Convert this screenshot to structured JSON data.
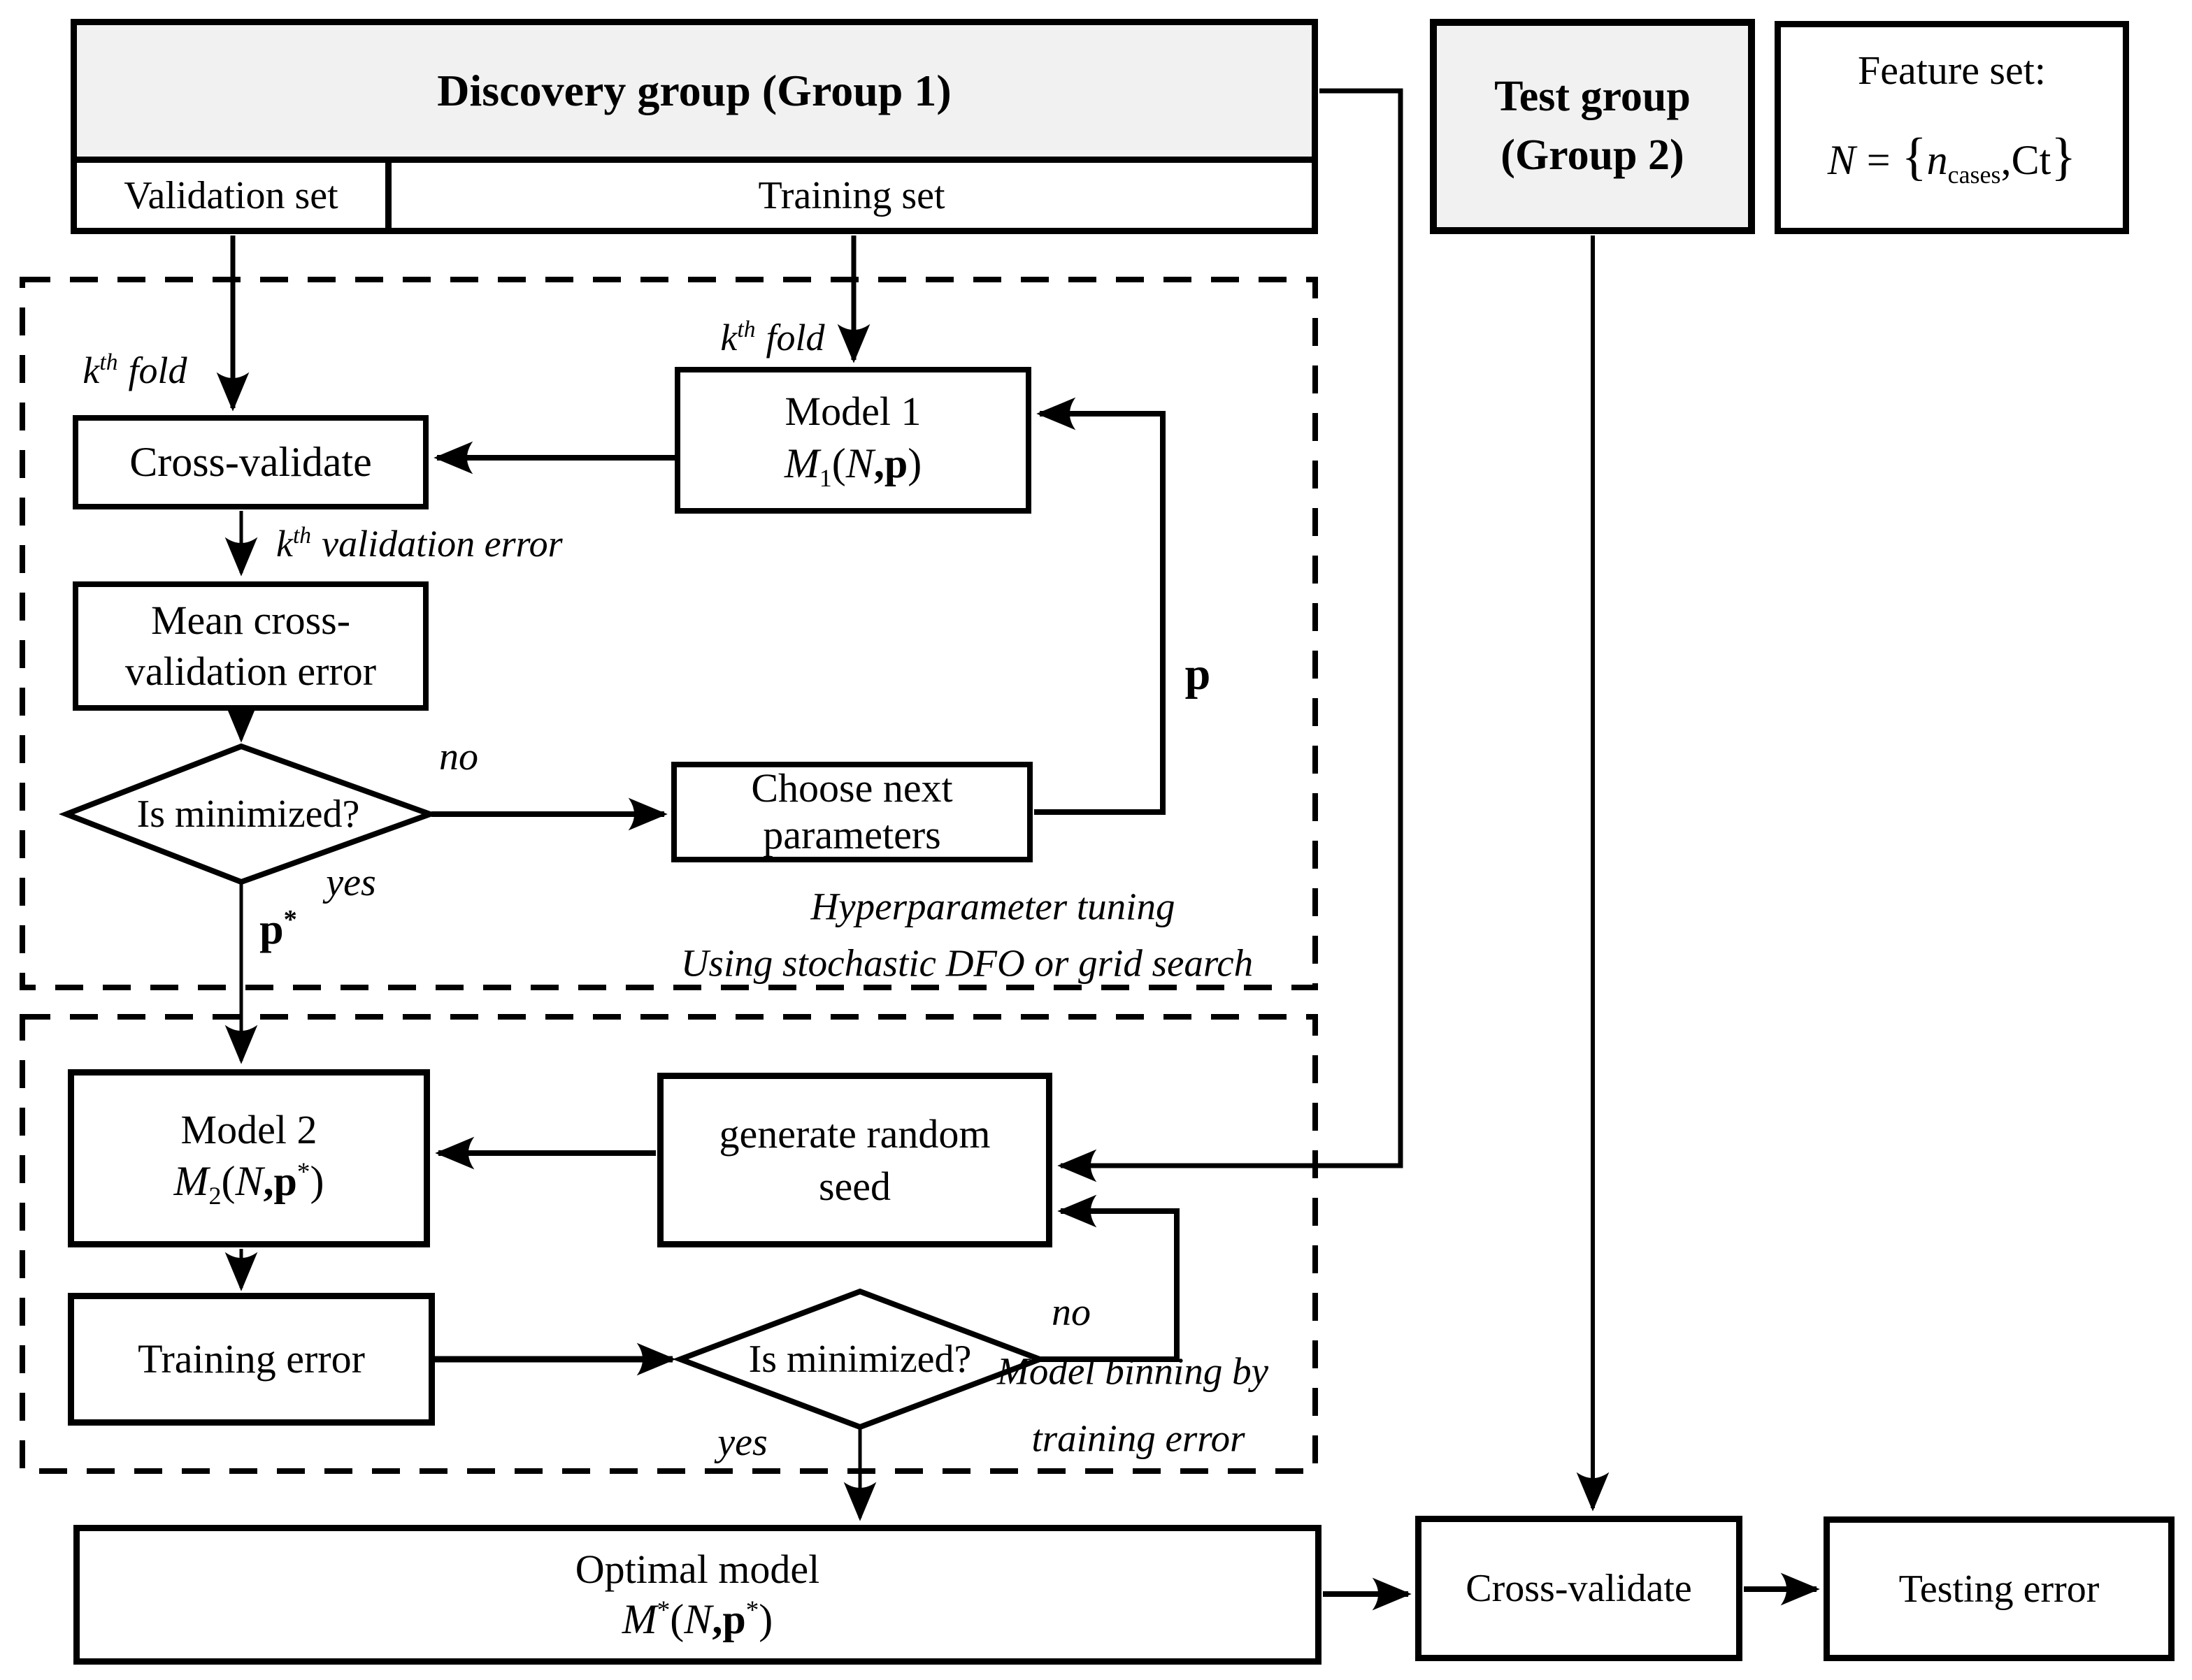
{
  "colors": {
    "header_bg": "#f1f1f1",
    "line": "#000000",
    "background": "#ffffff"
  },
  "top": {
    "discovery_title": "Discovery group (Group 1)",
    "validation_set": "Validation set",
    "training_set": "Training set",
    "test_group_line1": "Test group",
    "test_group_line2": "(Group 2)",
    "feature_set_title": "Feature set:",
    "feature_formula": {
      "N": "N",
      "eq": "=",
      "open": "{",
      "n": "n",
      "sub": "cases",
      "comma": ",",
      "ct": "Ct",
      "close": "}"
    }
  },
  "tuning": {
    "kth_fold_left": {
      "base": "k",
      "sup": "th",
      "rest": "fold"
    },
    "kth_fold_right": {
      "base": "k",
      "sup": "th",
      "rest": "fold"
    },
    "cross_validate": "Cross-validate",
    "model1": {
      "line1": "Model 1",
      "m": "M",
      "sub": "1",
      "open": "(",
      "n": "N",
      "comma": ",",
      "p": "p",
      "close": ")"
    },
    "kth_validation_error": {
      "base": "k",
      "sup": "th",
      "rest": "validation error"
    },
    "mean_cv_line1": "Mean cross-",
    "mean_cv_line2": "validation error",
    "is_minimized": "Is minimized?",
    "no": "no",
    "yes": "yes",
    "p_star": {
      "base": "p",
      "sup": "*"
    },
    "p": "p",
    "choose_line1": "Choose next",
    "choose_line2": "parameters",
    "caption_line1": "Hyperparameter tuning",
    "caption_line2": "Using stochastic DFO or grid search"
  },
  "binning": {
    "model2": {
      "line1": "Model 2",
      "m": "M",
      "sub": "2",
      "open": "(",
      "n": "N",
      "comma": ",",
      "p": "p",
      "psup": "*",
      "close": ")"
    },
    "seed_line1": "generate random",
    "seed_line2": "seed",
    "training_error": "Training error",
    "is_minimized": "Is minimized?",
    "no": "no",
    "yes": "yes",
    "caption_line1": "Model binning by",
    "caption_line2": "training error"
  },
  "bottom": {
    "optimal_line1": "Optimal model",
    "optimal_formula": {
      "m": "M",
      "msup": "*",
      "open": "(",
      "n": "N",
      "comma": ",",
      "p": "p",
      "psup": "*",
      "close": ")"
    },
    "cross_validate": "Cross-validate",
    "testing_error": "Testing error"
  }
}
